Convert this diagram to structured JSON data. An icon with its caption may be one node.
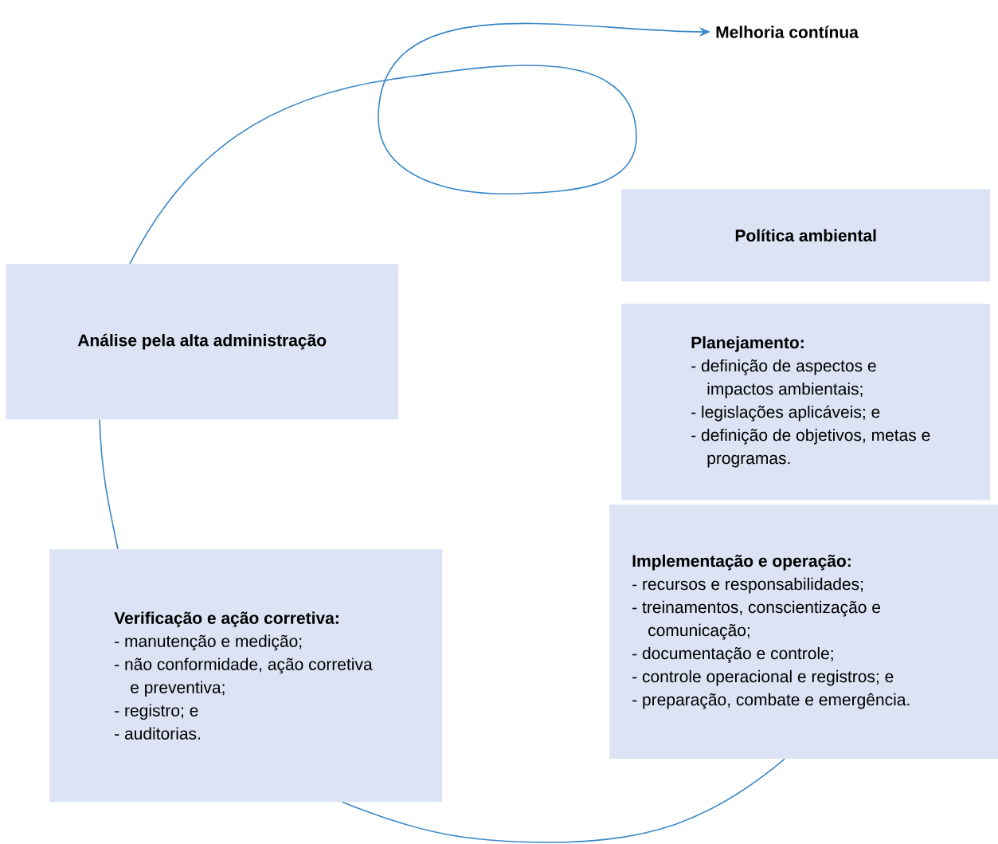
{
  "diagram": {
    "nodes": [
      {
        "text": [
          "Melhoria contínua"
        ]
      },
      {
        "text": [
          "Política ambiental"
        ]
      },
      {
        "text": [
          "Planejamento:",
          "- definição de aspectos e impactos ambientais;",
          "- legislações aplicáveis; e",
          "- definição de objetivos, metas e programas."
        ]
      },
      {
        "text": [
          "Implementação e operação:",
          "- recursos e responsabilidades;",
          "- treinamentos, conscientização e comunicação;",
          "- documentação e controle;",
          "- controle operacional e registros; e",
          "- preparação, combate e emergência."
        ]
      },
      {
        "text": [
          "Verificação e ação corretiva:",
          "- manutenção e medição;",
          "- não conformidade, ação corretiva e preventiva;",
          "- registro; e",
          "- auditorias."
        ]
      },
      {
        "text": [
          "Análise pela alta administração"
        ]
      }
    ],
    "edges": [
      {
        "from": 3,
        "to": 4,
        "arrow": "none"
      },
      {
        "from": 4,
        "to": 5,
        "arrow": "none"
      },
      {
        "from": 5,
        "to": 0,
        "arrow": "to"
      }
    ]
  }
}
